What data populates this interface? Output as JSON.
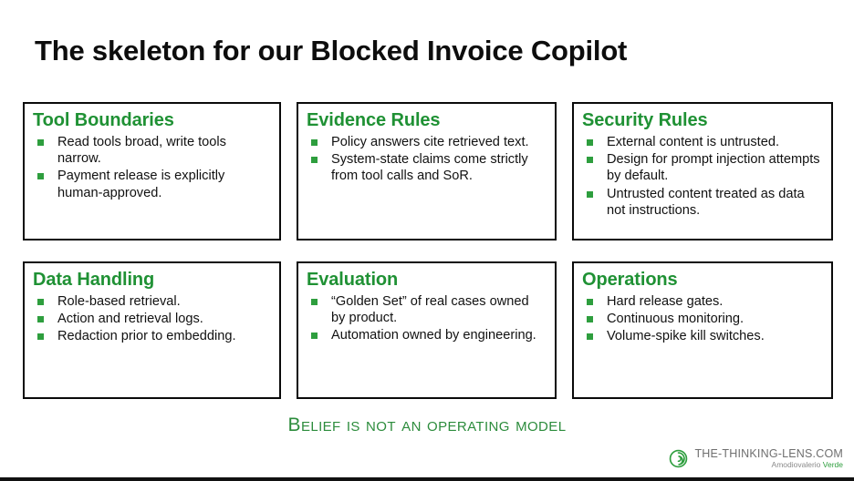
{
  "slide": {
    "title": "The skeleton for our Blocked Invoice Copilot",
    "caption": "Belief is not an operating model",
    "accent_color": "#1f9134",
    "bullet_color": "#2e9e3e",
    "border_color": "#0a0a0a"
  },
  "cards": [
    {
      "title": "Tool Boundaries",
      "bullets": [
        "Read tools broad, write tools narrow.",
        "Payment release is explicitly human-approved."
      ]
    },
    {
      "title": "Evidence Rules",
      "bullets": [
        "Policy answers cite retrieved text.",
        "System-state claims come strictly from tool calls and SoR."
      ]
    },
    {
      "title": "Security Rules",
      "bullets": [
        "External content is untrusted.",
        "Design for prompt injection attempts by default.",
        "Untrusted content treated as data not instructions."
      ]
    },
    {
      "title": "Data Handling",
      "bullets": [
        "Role-based retrieval.",
        "Action and retrieval logs.",
        "Redaction prior to embedding."
      ]
    },
    {
      "title": "Evaluation",
      "bullets": [
        "“Golden Set” of real cases owned by product.",
        "Automation owned by engineering."
      ]
    },
    {
      "title": "Operations",
      "bullets": [
        "Hard release gates.",
        "Continuous monitoring.",
        "Volume-spike kill switches."
      ]
    }
  ],
  "footer": {
    "logo_icon": "spiral-lens-icon",
    "domain": "THE-THINKING-LENS.COM",
    "byline_name": "Amodiovalerio",
    "byline_accent": "Verde"
  }
}
